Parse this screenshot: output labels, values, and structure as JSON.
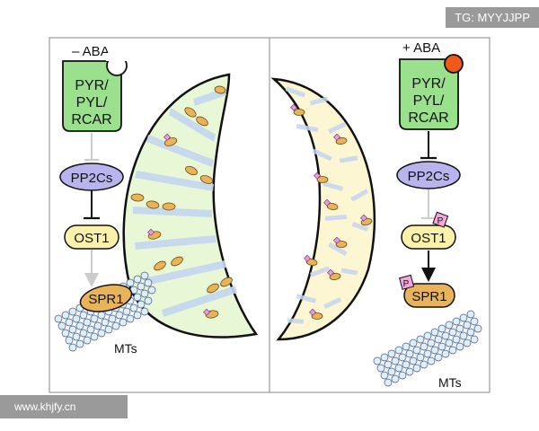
{
  "watermarks": {
    "top": "TG: MYYJJPP",
    "bottom": "www.khjfy.cn"
  },
  "left_panel": {
    "condition": "– ABA",
    "receptor": [
      "PYR/",
      "PYL/",
      "RCAR"
    ],
    "phosphatase": "PP2Cs",
    "kinase": "OST1",
    "target": "SPR1",
    "microtubules": "MTs"
  },
  "right_panel": {
    "condition": "+ ABA",
    "receptor": [
      "PYR/",
      "PYL/",
      "RCAR"
    ],
    "phosphatase": "PP2Cs",
    "kinase": "OST1",
    "target": "SPR1",
    "phospho_mark": "P",
    "microtubules": "MTs"
  },
  "colors": {
    "receptor_fill": "#9be08c",
    "phosphatase_fill": "#b7b4ee",
    "kinase_fill": "#fbf1a8",
    "target_fill": "#e9b35a",
    "aba_ligand": "#ef5a1a",
    "phospho_fill": "#f2a6d9",
    "guard_cell_left": "#e8f7d6",
    "guard_cell_right": "#fdf6d2",
    "microtubule_bars": "#c4d6f0"
  }
}
